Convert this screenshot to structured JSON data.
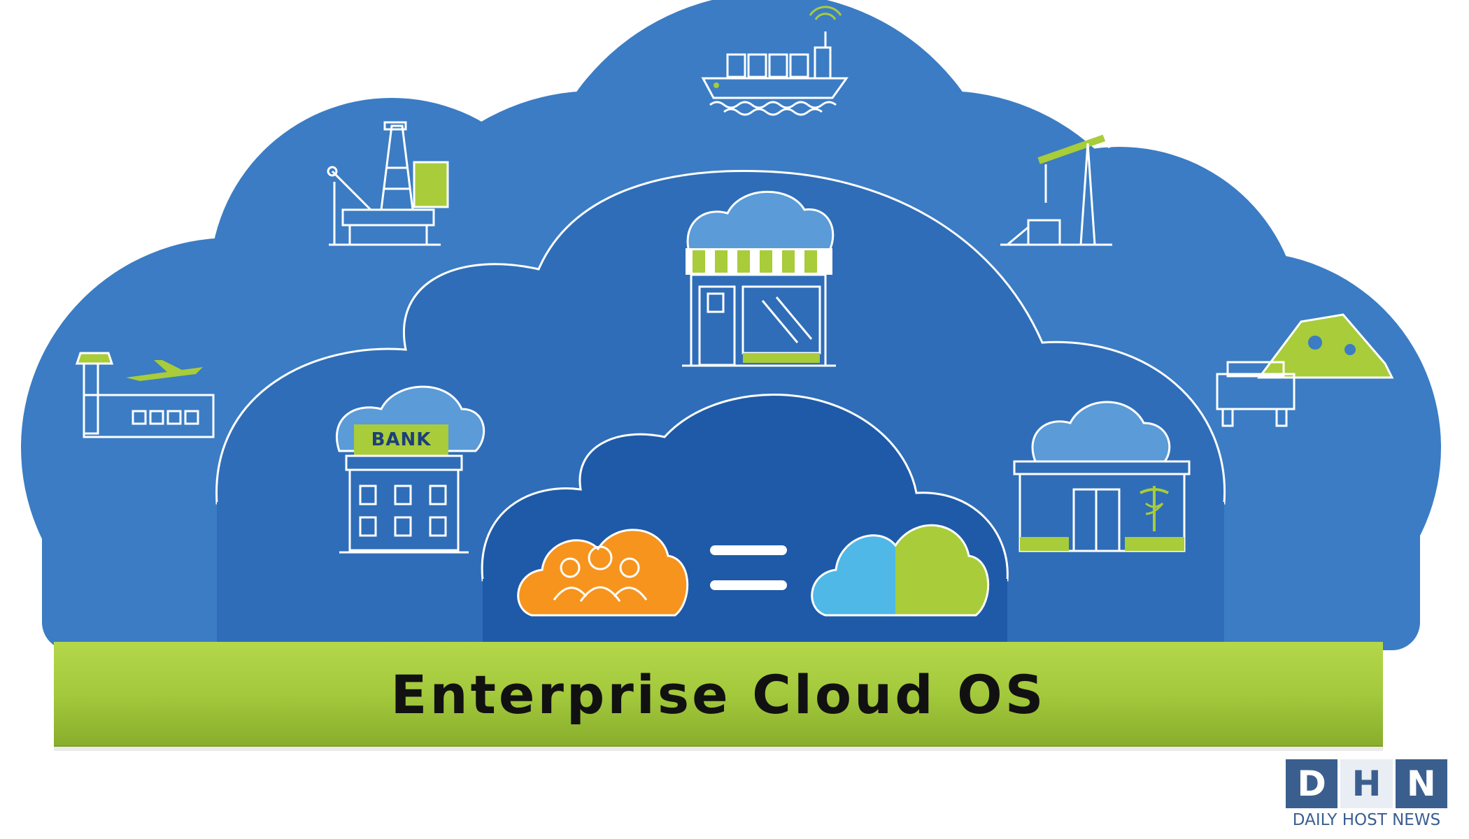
{
  "banner": {
    "title": "Enterprise Cloud OS"
  },
  "bank": {
    "sign": "BANK"
  },
  "logo": {
    "letters": [
      "D",
      "H",
      "N"
    ],
    "caption": "DAILY HOST NEWS"
  },
  "icons": [
    "cargo-ship-icon",
    "oil-rig-icon",
    "pumpjack-icon",
    "airport-icon",
    "military-tent-icon",
    "storefront-icon",
    "bank-icon",
    "pharmacy-icon",
    "team-cloud-icon",
    "equals-icon",
    "split-cloud-icon"
  ],
  "colors": {
    "outer_cloud": "#3b7cc4",
    "middle_cloud": "#2f6db8",
    "inner_cloud": "#1f5aa8",
    "accent_green": "#a8cc3a",
    "accent_orange": "#f7941d",
    "accent_light_blue": "#4fb8e6",
    "banner_green": "#9dc43b"
  }
}
